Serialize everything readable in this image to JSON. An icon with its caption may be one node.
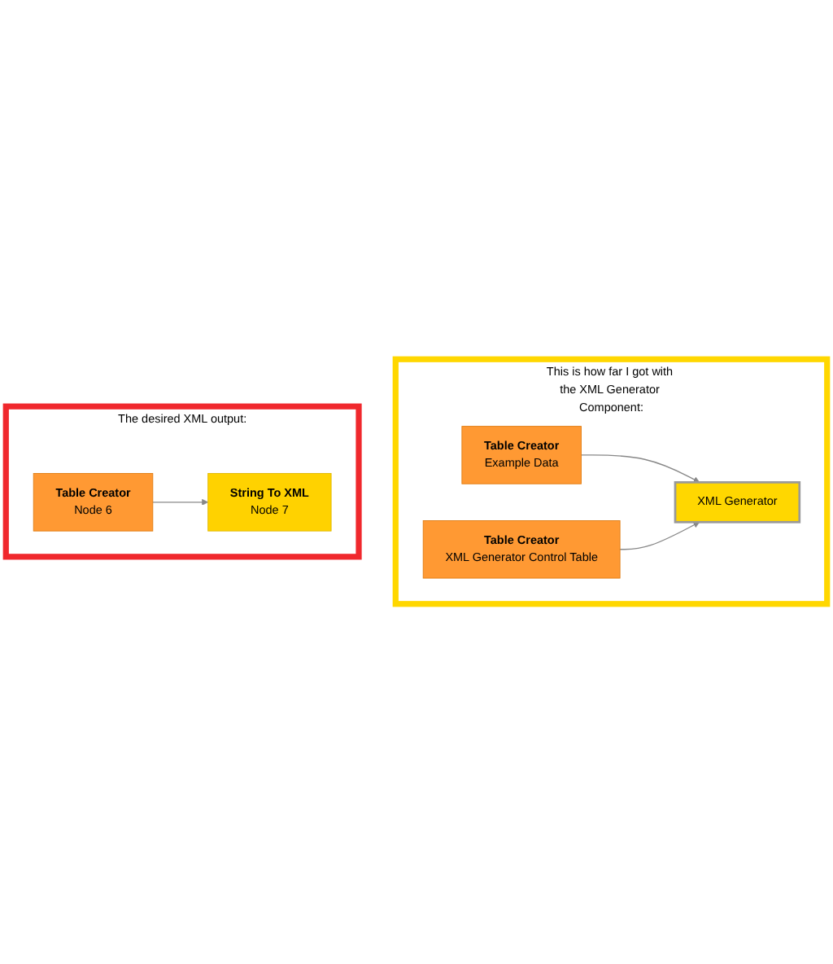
{
  "diagram": {
    "nodes": [
      {
        "text": [
          "This is how far I got with the XML Generator Component:"
        ]
      },
      {
        "text": [
          "Table Creator",
          "Example Data"
        ],
        "in": 0
      },
      {
        "text": [
          "XML Generator"
        ],
        "in": 0
      },
      {
        "text": [
          "Table Creator",
          "XML Generator Control Table"
        ],
        "in": 0
      },
      {
        "text": [
          "The desired XML output:"
        ]
      },
      {
        "text": [
          "Table Creator",
          "Node 6"
        ],
        "in": 4
      },
      {
        "text": [
          "String To XML",
          "Node 7"
        ],
        "in": 4
      }
    ],
    "edges": [
      {
        "from": 1,
        "to": 2,
        "arrow": "to"
      },
      {
        "from": 3,
        "to": 2,
        "arrow": "to"
      },
      {
        "from": 5,
        "to": 6,
        "arrow": "to"
      }
    ]
  }
}
